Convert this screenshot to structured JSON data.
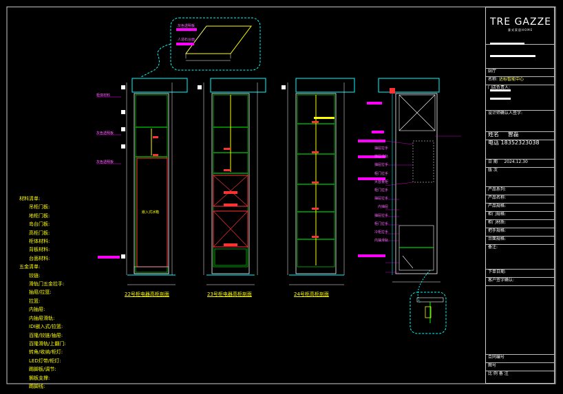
{
  "brand": {
    "name": "TRE GAZZE",
    "sub": "意式家居HOME"
  },
  "title_block": {
    "room": "厨厅",
    "project_label": "名称:",
    "project_value": "达标智能中心",
    "name_label": "姓名",
    "name_value": "曾磊",
    "phone_label": "电话",
    "phone_value": "18352323038",
    "date_label": "日 期",
    "date_value": "2024.12.30",
    "version_label": "版 次",
    "rows": [
      "门店负责人:",
      "设计师确认人签字:",
      "产品系列:",
      "产品名称:",
      "产品规格:",
      "柜门规格:",
      "柜门材质:",
      "把手规格:",
      "台面规格:",
      "备注:",
      "下单日期:",
      "客户签字确认:"
    ],
    "bottom_rows": [
      "合同编号",
      "图号",
      "比 例  备 注"
    ]
  },
  "notes": {
    "header1": "材料清单:",
    "items1": [
      "吊柜门板:",
      "地柜门板:",
      "岛台门板:",
      "高柜门板:",
      "柜体材料:",
      "背板材料:",
      "台面材料:"
    ],
    "header2": "五金清单:",
    "items2": [
      "铰链:",
      "滑轨门五金拉手:",
      "抽屉/拉篮:",
      "拉篮:",
      "内抽屉:",
      "内抽屉滑轨:",
      "IDI嵌入式/拉篮:",
      "百隆/铰链/抽屉:",
      "百隆滑轨/上翻门:",
      "转角/收纳/柜灯:",
      "LED灯带/柜灯:",
      "踢脚板/调节:",
      "搁板支撑:",
      "踢脚线:"
    ]
  },
  "captions": [
    "22号柜电器高柜剖面",
    "23号柜电器高柜剖面",
    "24号柜高柜剖面"
  ],
  "labels": {
    "callout_top": "灰色透明板",
    "callout_mid": "人造石台面",
    "left_note1": "柜体材料",
    "left_note2": "灰色透明板",
    "left_note3": "灰色透明板",
    "door_text": "嵌入式冰箱",
    "right_col": [
      "抽屉拉手",
      "抽屉滑轨",
      "抽屉拉手",
      "柜门拉手",
      "大容量柜",
      "柜门拉手",
      "抽屉拉手",
      "内抽屉",
      "抽屉拉手",
      "柜门拉手",
      "冷柜拉手",
      "内抽滑轨"
    ]
  }
}
